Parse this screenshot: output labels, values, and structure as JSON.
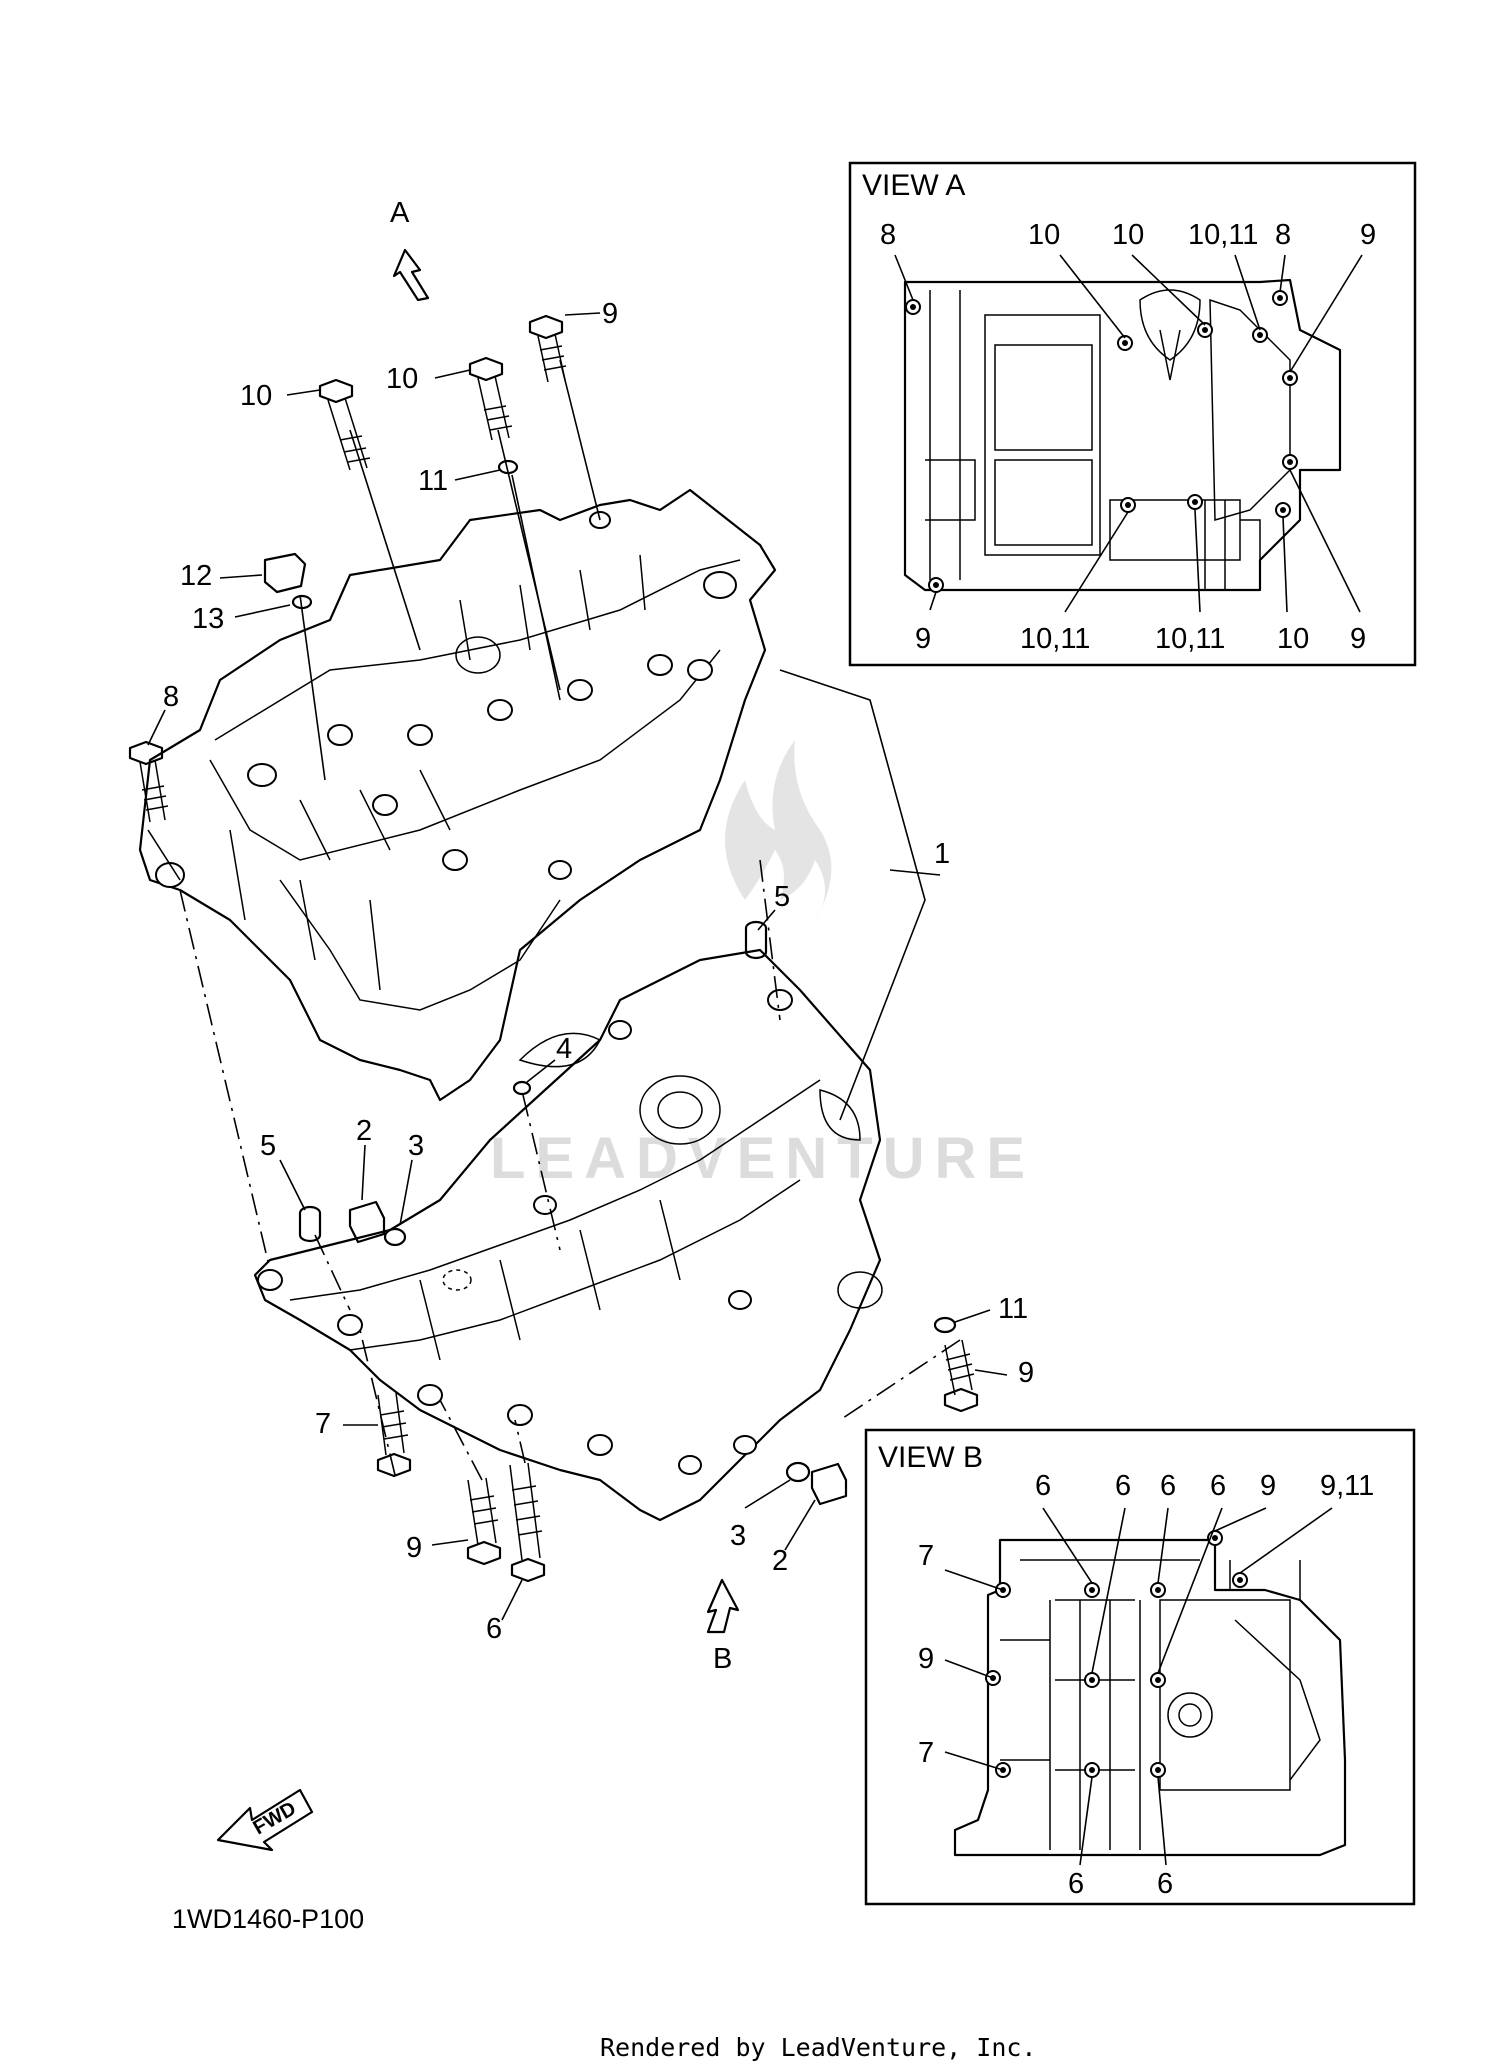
{
  "callouts_main": {
    "c9_top": "9",
    "c10_left": "10",
    "c10_mid": "10",
    "c11_top": "11",
    "c12": "12",
    "c13": "13",
    "c8": "8",
    "c1": "1",
    "c5_right": "5",
    "c4": "4",
    "c2_left": "2",
    "c3_left": "3",
    "c5_left": "5",
    "c11_right": "11",
    "c9_right": "9",
    "c7": "7",
    "c9_bottom": "9",
    "c6": "6",
    "c3_bottom": "3",
    "c2_bottom": "2"
  },
  "arrows": {
    "a": "A",
    "b": "B"
  },
  "fwd": "FWD",
  "view_a": {
    "title": "VIEW A",
    "top_labels": [
      "8",
      "10",
      "10",
      "10,11",
      "8",
      "9"
    ],
    "bottom_labels": [
      "9",
      "10,11",
      "10,11",
      "10",
      "9"
    ]
  },
  "view_b": {
    "title": "VIEW B",
    "top_labels": [
      "6",
      "6",
      "6",
      "6",
      "9",
      "9,11"
    ],
    "left_labels": [
      "7",
      "9",
      "7"
    ],
    "bottom_labels": [
      "6",
      "6"
    ]
  },
  "diagram_code": "1WD1460-P100",
  "watermark": "LEADVENTURE",
  "credit": "Rendered by LeadVenture, Inc."
}
